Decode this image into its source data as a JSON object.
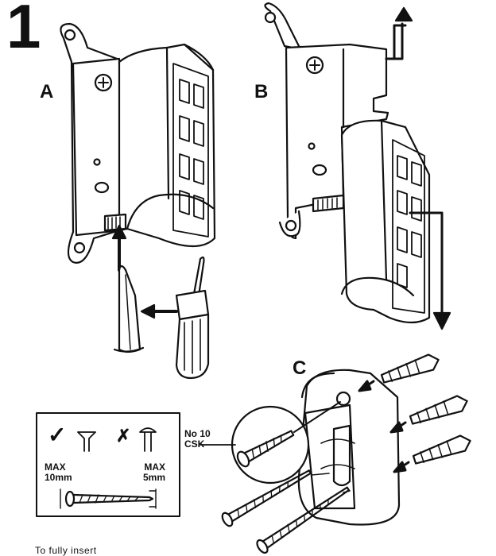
{
  "step_number": "1",
  "panels": {
    "a": "A",
    "b": "B",
    "c": "C"
  },
  "screw_label": {
    "line1": "No 10",
    "line2": "CSK"
  },
  "screw_guide": {
    "ok_mark": "✓",
    "no_mark": "✗",
    "max_length_label": "MAX",
    "max_length_value": "10mm",
    "max_head_label": "MAX",
    "max_head_value": "5mm"
  },
  "footer_text": "To fully insert",
  "colors": {
    "ink": "#111111",
    "paper": "#ffffff",
    "shade": "#d8d8d8"
  },
  "icons": [
    "checkmark-icon",
    "cross-icon",
    "screwdriver-icon",
    "arrow-icon",
    "wall-plug-icon",
    "screw-icon"
  ]
}
